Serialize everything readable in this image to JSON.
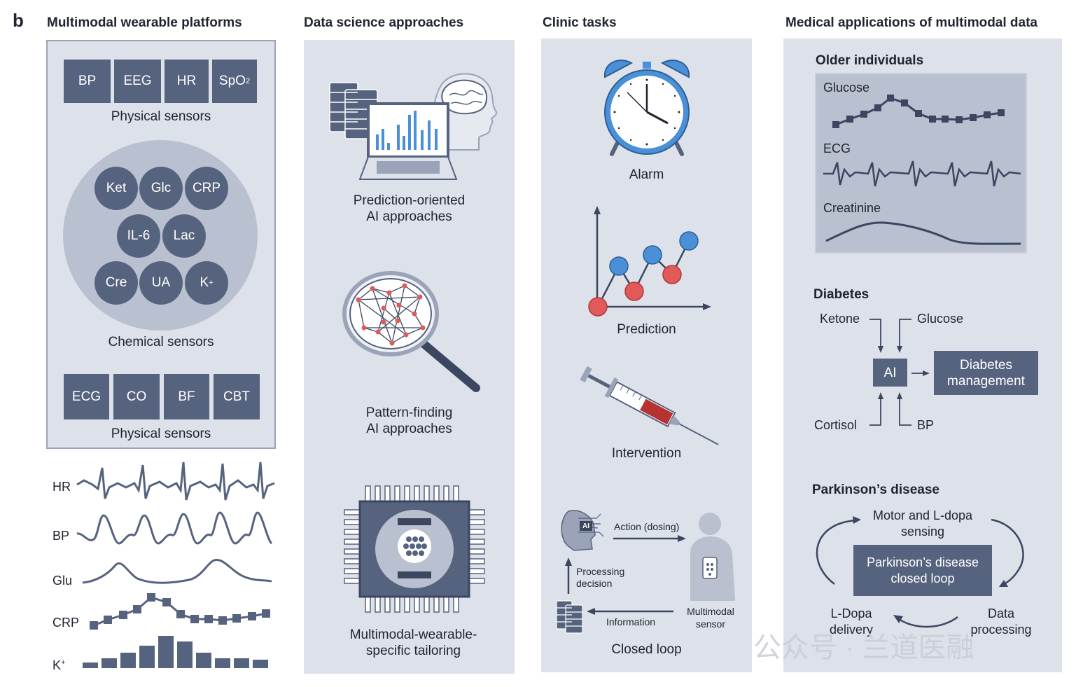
{
  "panel_label": "b",
  "columns": {
    "wearables": {
      "title": "Multimodal wearable platforms",
      "physical_top": [
        "BP",
        "EEG",
        "HR",
        "SpO"
      ],
      "spo2_sub": "2",
      "physical_label": "Physical sensors",
      "chemical": [
        "Ket",
        "Glc",
        "CRP",
        "IL-6",
        "Lac",
        "Cre",
        "UA",
        "K"
      ],
      "k_sup": "+",
      "chemical_label": "Chemical sensors",
      "physical_bottom": [
        "ECG",
        "CO",
        "BF",
        "CBT"
      ],
      "physical_bottom_label": "Physical sensors",
      "signals": [
        "HR",
        "BP",
        "Glu",
        "CRP",
        "K"
      ],
      "signal_k_sup": "+"
    },
    "data_science": {
      "title": "Data science approaches",
      "items": [
        {
          "line1": "Prediction-oriented",
          "line2": "AI approaches"
        },
        {
          "line1": "Pattern-finding",
          "line2": "AI approaches"
        },
        {
          "line1": "Multimodal-wearable-",
          "line2": "specific tailoring"
        }
      ]
    },
    "clinic": {
      "title": "Clinic tasks",
      "alarm": "Alarm",
      "prediction": "Prediction",
      "intervention": "Intervention",
      "closed_loop": {
        "title": "Closed loop",
        "ai_chip": "AI",
        "action": "Action (dosing)",
        "processing_1": "Processing",
        "processing_2": "decision",
        "information": "Information",
        "sensor_1": "Multimodal",
        "sensor_2": "sensor"
      }
    },
    "medical": {
      "title": "Medical applications of multimodal data",
      "older": {
        "title": "Older individuals",
        "glucose": "Glucose",
        "ecg": "ECG",
        "creatinine": "Creatinine"
      },
      "diabetes": {
        "title": "Diabetes",
        "ketone": "Ketone",
        "glucose": "Glucose",
        "ai": "AI",
        "management_1": "Diabetes",
        "management_2": "management",
        "cortisol": "Cortisol",
        "bp": "BP"
      },
      "parkinsons": {
        "title": "Parkinson’s disease",
        "motor_1": "Motor and L-dopa",
        "motor_2": "sensing",
        "loop_1": "Parkinson’s disease",
        "loop_2": "closed loop",
        "delivery_1": "L-Dopa",
        "delivery_2": "delivery",
        "processing_1": "Data",
        "processing_2": "processing"
      }
    }
  },
  "watermark": "公众号 · 兰道医融",
  "colors": {
    "panel_bg": "#dde1e9",
    "dark_slate": "#56637f",
    "blue_node": "#4a90d9",
    "red_node": "#e05a5a"
  }
}
